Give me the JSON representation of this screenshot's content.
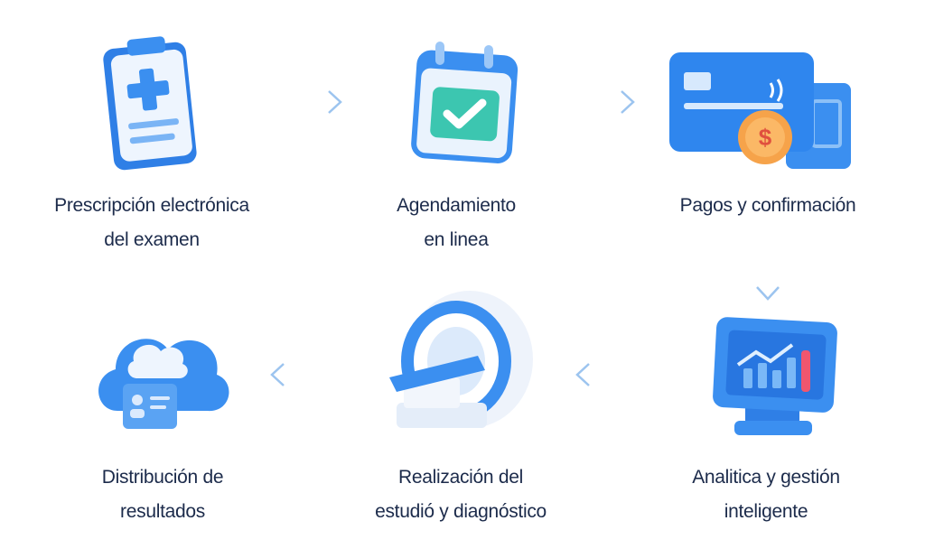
{
  "steps": [
    {
      "line1": "Prescripción electrónica",
      "line2": "del examen",
      "icon": "clipboard-medical-icon"
    },
    {
      "line1": "Agendamiento",
      "line2": "en linea",
      "icon": "calendar-check-icon"
    },
    {
      "line1": "Pagos y confirmación",
      "line2": "",
      "icon": "credit-card-payment-icon"
    },
    {
      "line1": "Analitica y gestión",
      "line2": "inteligente",
      "icon": "analytics-monitor-icon"
    },
    {
      "line1": "Realización del",
      "line2": "estudió y diagnóstico",
      "icon": "mri-scanner-icon"
    },
    {
      "line1": "Distribución de",
      "line2": "resultados",
      "icon": "cloud-results-icon"
    }
  ],
  "coin_symbol": "$",
  "colors": {
    "primary": "#3b8ff0",
    "light": "#cfe4fb",
    "text": "#1c2b4b",
    "arrow": "#b7d4f3",
    "accent_red": "#f0566e",
    "coin": "#f6a34a"
  }
}
